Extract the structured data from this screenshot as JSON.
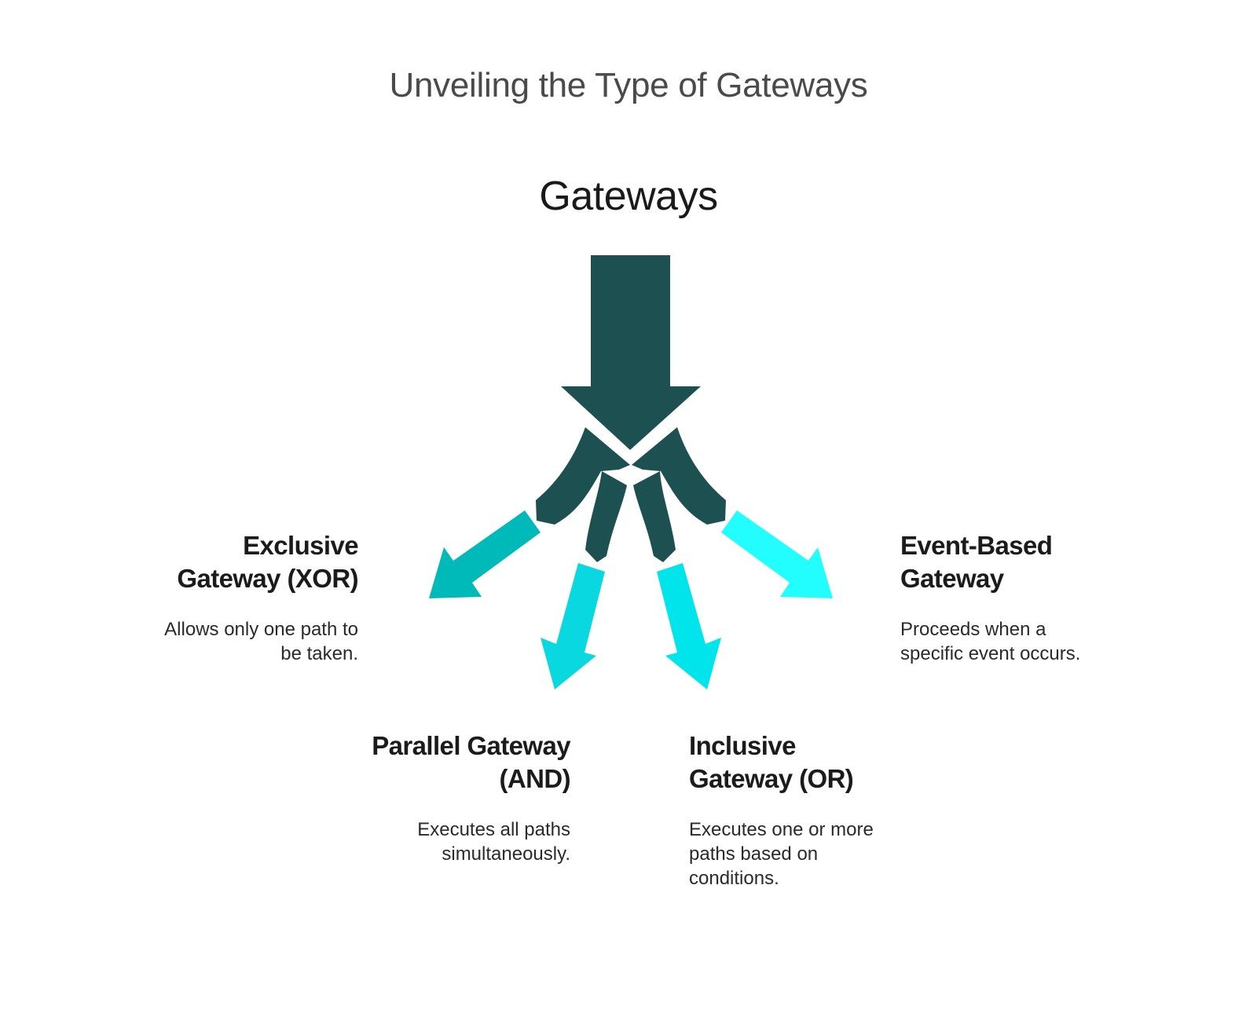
{
  "title": "Unveiling the Type of Gateways",
  "root": {
    "label": "Gateways",
    "color": "#1d5050"
  },
  "branches": [
    {
      "id": "xor",
      "title": "Exclusive\nGateway (XOR)",
      "description": "Allows only one path to\nbe taken.",
      "arrow_color": "#00b9b9"
    },
    {
      "id": "and",
      "title": "Parallel Gateway\n(AND)",
      "description": "Executes all paths\nsimultaneously.",
      "arrow_color": "#0ad8e0"
    },
    {
      "id": "or",
      "title": "Inclusive\nGateway (OR)",
      "description": "Executes one or more\npaths based on\nconditions.",
      "arrow_color": "#00e5ec"
    },
    {
      "id": "event",
      "title": "Event-Based\nGateway",
      "description": "Proceeds when a\nspecific event occurs.",
      "arrow_color": "#22fdfd"
    }
  ]
}
